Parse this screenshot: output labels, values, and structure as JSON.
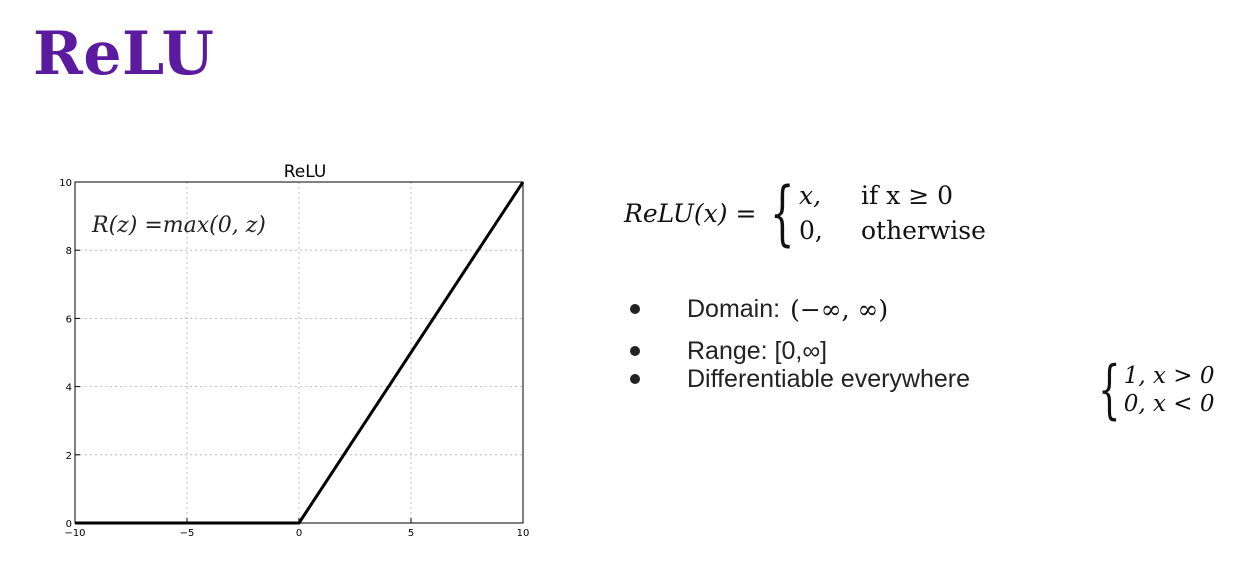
{
  "slide": {
    "title": "ReLU"
  },
  "chart_data": {
    "type": "line",
    "title": "ReLU",
    "annotation": "R(z) =max(0,  z)",
    "x": [
      -10,
      0,
      10
    ],
    "series": [
      {
        "values": [
          0,
          0,
          10
        ]
      }
    ],
    "xlim": [
      -10,
      10
    ],
    "ylim": [
      0,
      10
    ],
    "xticks": [
      -10,
      -5,
      0,
      5,
      10
    ],
    "yticks": [
      0,
      2,
      4,
      6,
      8,
      10
    ],
    "grid": true,
    "line_color": "#000000"
  },
  "definition": {
    "lhs": "ReLU(x) =",
    "cases": [
      {
        "value": "x,",
        "condition": "if x ≥ 0"
      },
      {
        "value": "0,",
        "condition": "otherwise"
      }
    ]
  },
  "bullets": [
    {
      "label": "Domain:",
      "math": "(−∞, ∞)"
    },
    {
      "label": "Range: [0,∞]",
      "math": ""
    },
    {
      "label": "Differentiable everywhere",
      "math": ""
    }
  ],
  "derivative": {
    "cases": [
      "1, x > 0",
      "0, x < 0"
    ]
  },
  "colors": {
    "title": "#5b1b9f"
  }
}
